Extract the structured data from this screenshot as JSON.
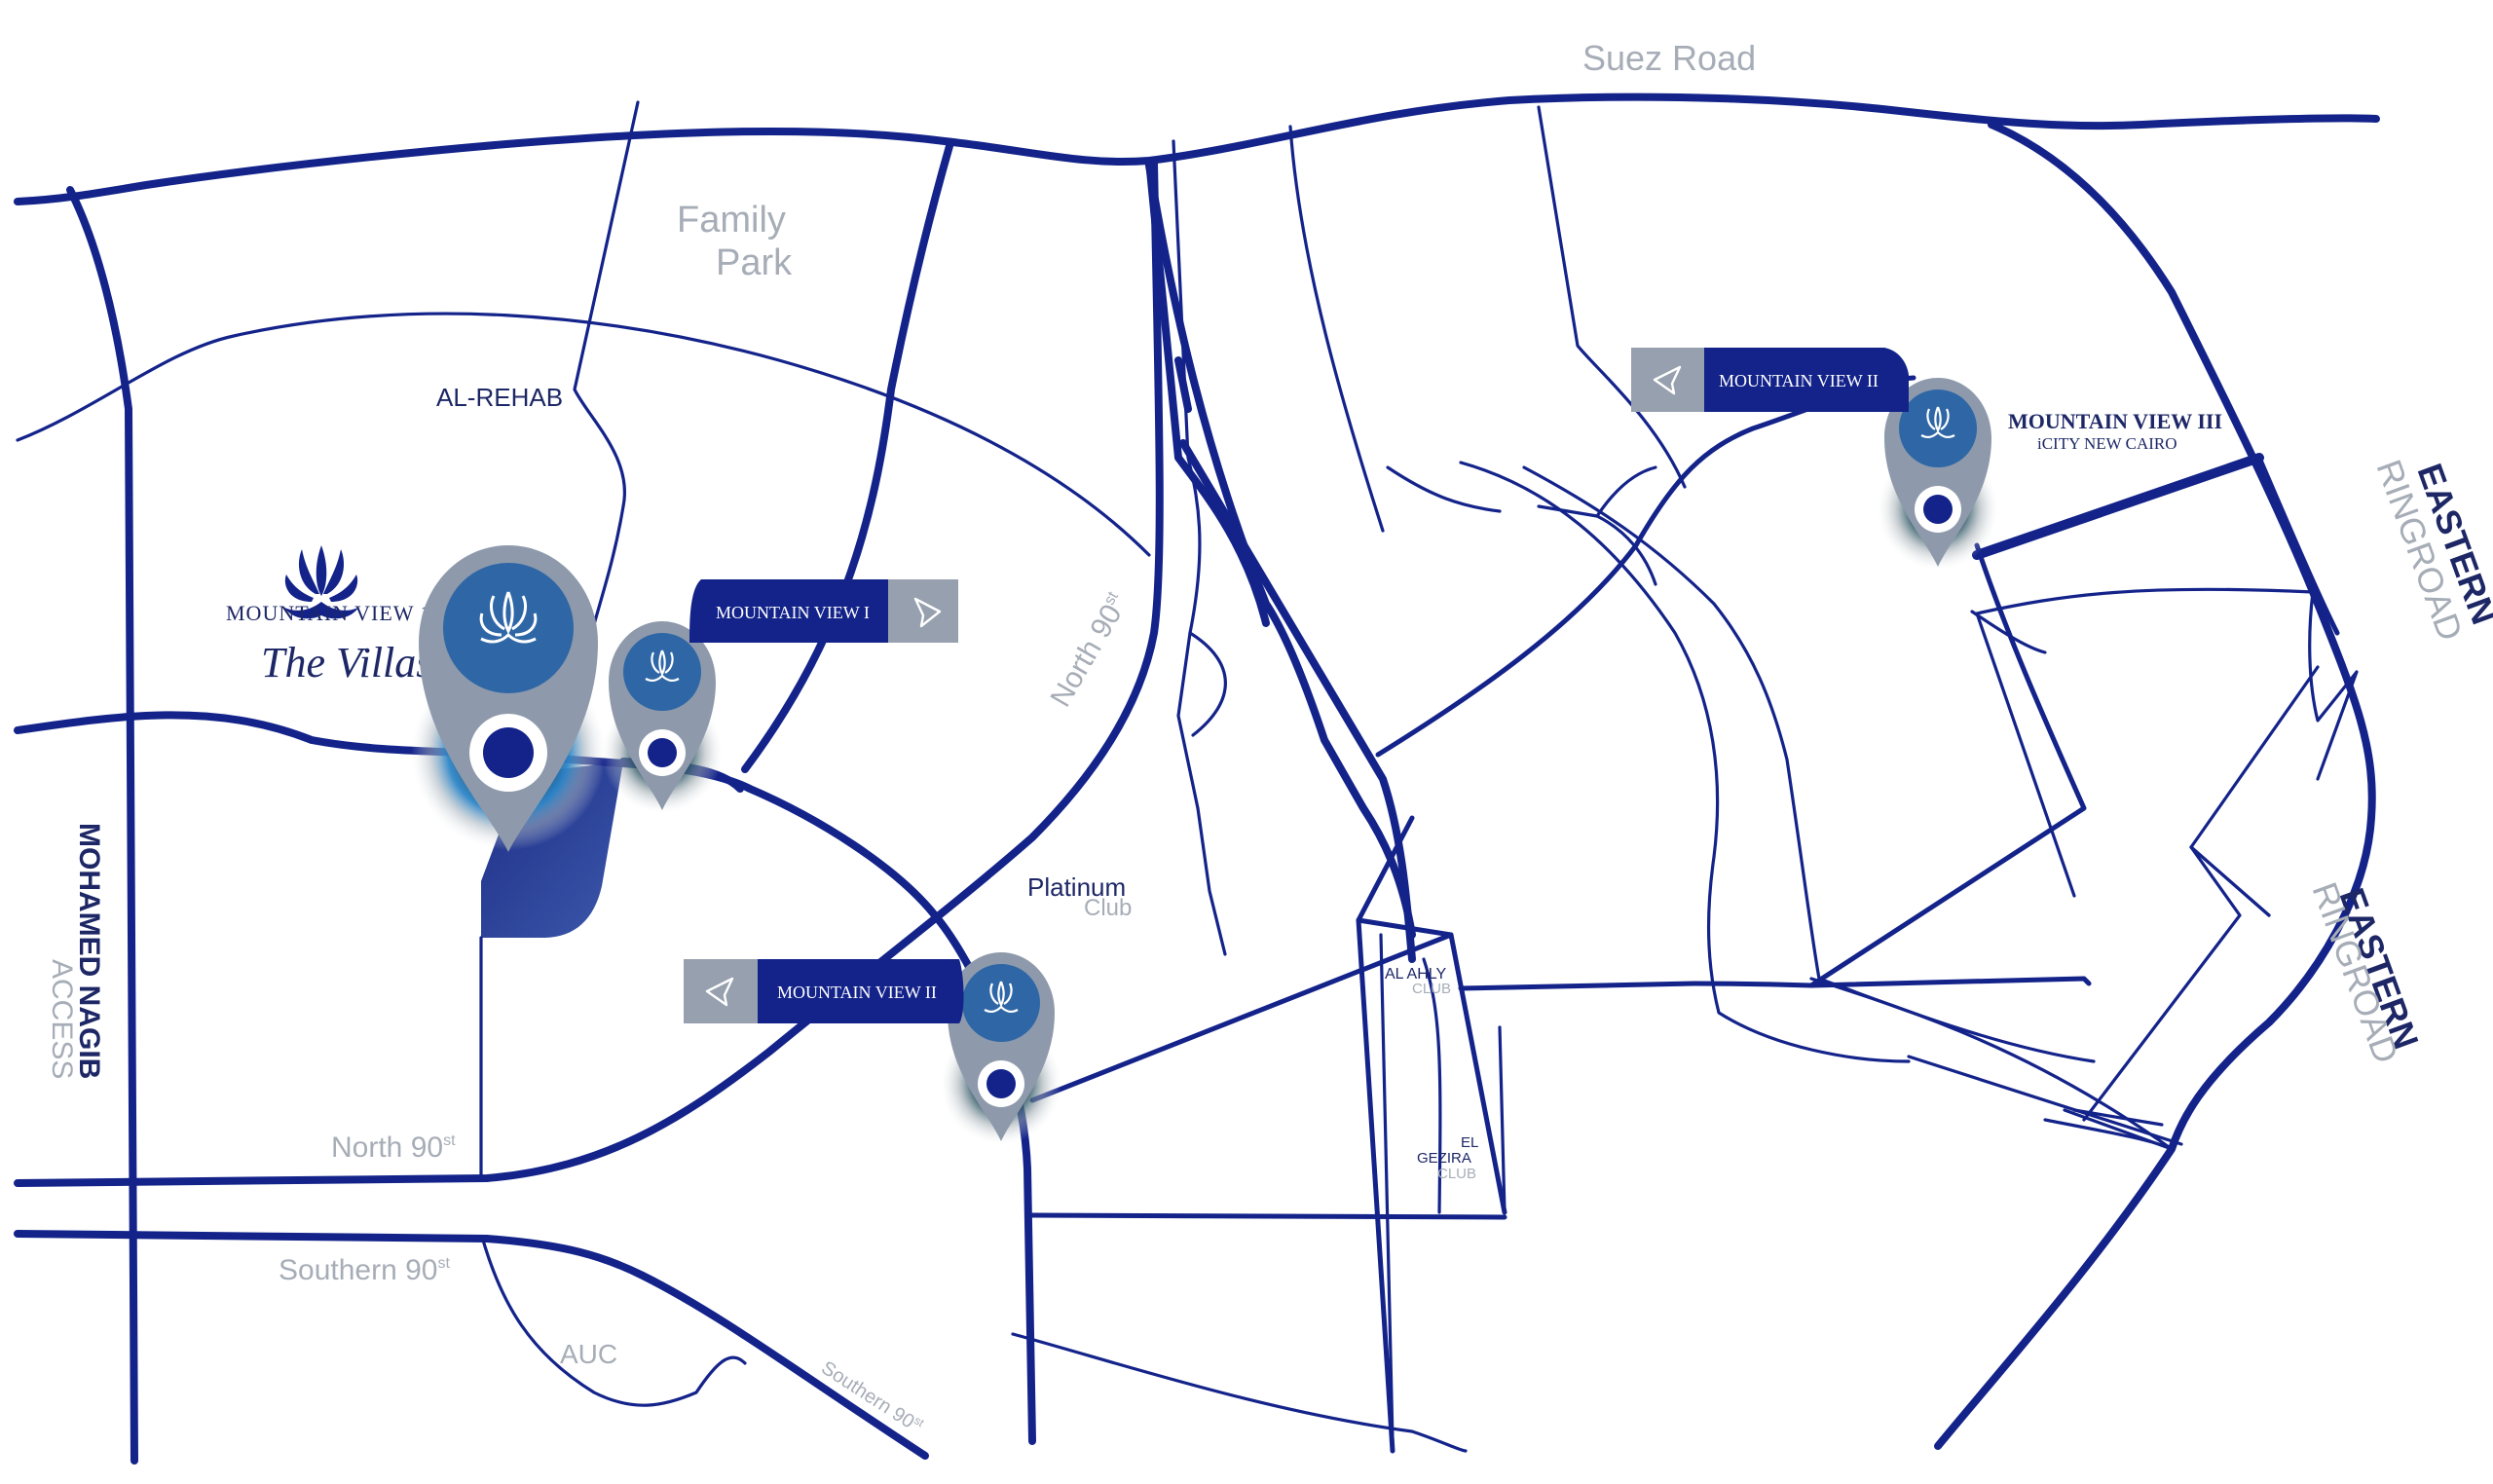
{
  "labels": {
    "suez_road": "Suez Road",
    "family": "Family",
    "park": "Park",
    "al_rehab": "AL-REHAB",
    "north_90_diag": "North 90",
    "north_90_diag_sup": "st",
    "north_90": "North 90",
    "north_90_sup": "st",
    "southern_90": "Southern 90",
    "southern_90_sup": "st",
    "southern_90_small": "Southern 90",
    "southern_90_small_sup": "st",
    "auc": "AUC",
    "platinum": "Platinum",
    "club": "Club",
    "al_ahly": "AL AHLY",
    "al_ahly_club": "CLUB",
    "el": "EL",
    "gezira": "GEZIRA",
    "gezira_club": "CLUB",
    "mohamed_nagib": "MOHAMED NAGIB",
    "access": "ACCESS",
    "eastern_1": "EASTERN",
    "ringroad_1": "RINGROAD",
    "eastern_2": "EASTERN",
    "ringroad_2": "RINGROAD"
  },
  "brand": {
    "name": "MOUNTAIN VIEW 1.1",
    "script": "The Villas"
  },
  "callouts": {
    "mv1": "MOUNTAIN VIEW I",
    "mv2_south": "MOUNTAIN VIEW II",
    "mv2_north": "MOUNTAIN VIEW II"
  },
  "mv3": {
    "title": "MOUNTAIN VIEW III",
    "subtitle": "iCITY NEW CAIRO"
  },
  "colors": {
    "road": "#13238a",
    "pin_blue": "#2f67a6",
    "pin_grey": "#8e9aab",
    "callout_dark": "#13238a",
    "callout_grey": "#97a0ae",
    "highlight": "#2b3e96"
  }
}
